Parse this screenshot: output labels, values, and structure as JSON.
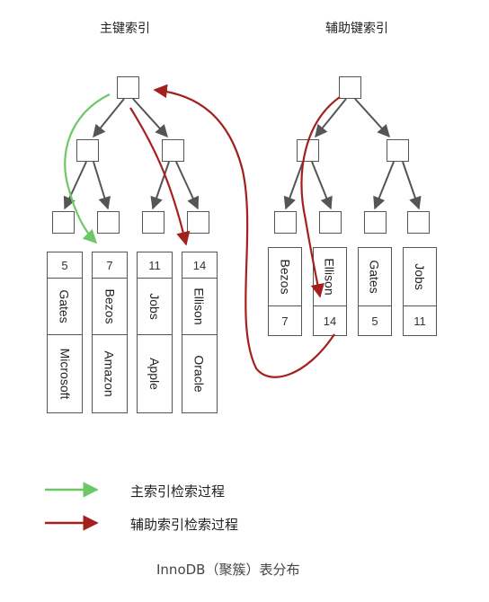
{
  "titles": {
    "primary": "主键索引",
    "secondary": "辅助键索引"
  },
  "primary_leaves": [
    {
      "key": "5",
      "name": "Gates",
      "company": "Microsoft"
    },
    {
      "key": "7",
      "name": "Bezos",
      "company": "Amazon"
    },
    {
      "key": "11",
      "name": "Jobs",
      "company": "Apple"
    },
    {
      "key": "14",
      "name": "Ellison",
      "company": "Oracle"
    }
  ],
  "secondary_leaves": [
    {
      "name": "Bezos",
      "pk": "7"
    },
    {
      "name": "Ellison",
      "pk": "14"
    },
    {
      "name": "Gates",
      "pk": "5"
    },
    {
      "name": "Jobs",
      "pk": "11"
    }
  ],
  "legend": {
    "primary_label": "主索引检索过程",
    "secondary_label": "辅助索引检索过程",
    "primary_color": "#6cc865",
    "secondary_color": "#a3201c"
  },
  "caption": "InnoDB（聚簇）表分布"
}
